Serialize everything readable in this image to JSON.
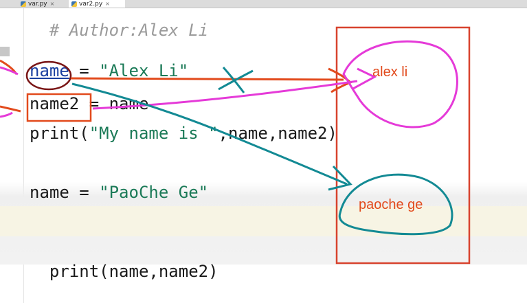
{
  "tabs": [
    {
      "label": "var.py",
      "close": "×",
      "active": false
    },
    {
      "label": "var2.py",
      "close": "×",
      "active": true
    }
  ],
  "code": {
    "line1": {
      "text": "# Author:Alex Li"
    },
    "line2": {
      "var": "name",
      "op": " = ",
      "str": "\"Alex Li\""
    },
    "line3": {
      "var": "name2",
      "rest": " = name"
    },
    "line4": {
      "fn": "print(",
      "str": "\"My name is \"",
      "rest": ",name,name2)"
    },
    "line5": {
      "var": "name",
      "op": " = ",
      "str": "\"PaoChe Ge\""
    },
    "line6": {
      "text": "print(name,name2)"
    }
  },
  "annotations": {
    "memory_label_1": "alex li",
    "memory_label_2": "paoche ge"
  },
  "colors": {
    "pink": "#e53ad8",
    "red": "#e24a1c",
    "teal": "#138a94",
    "dark_red_circle": "#7a1616"
  }
}
